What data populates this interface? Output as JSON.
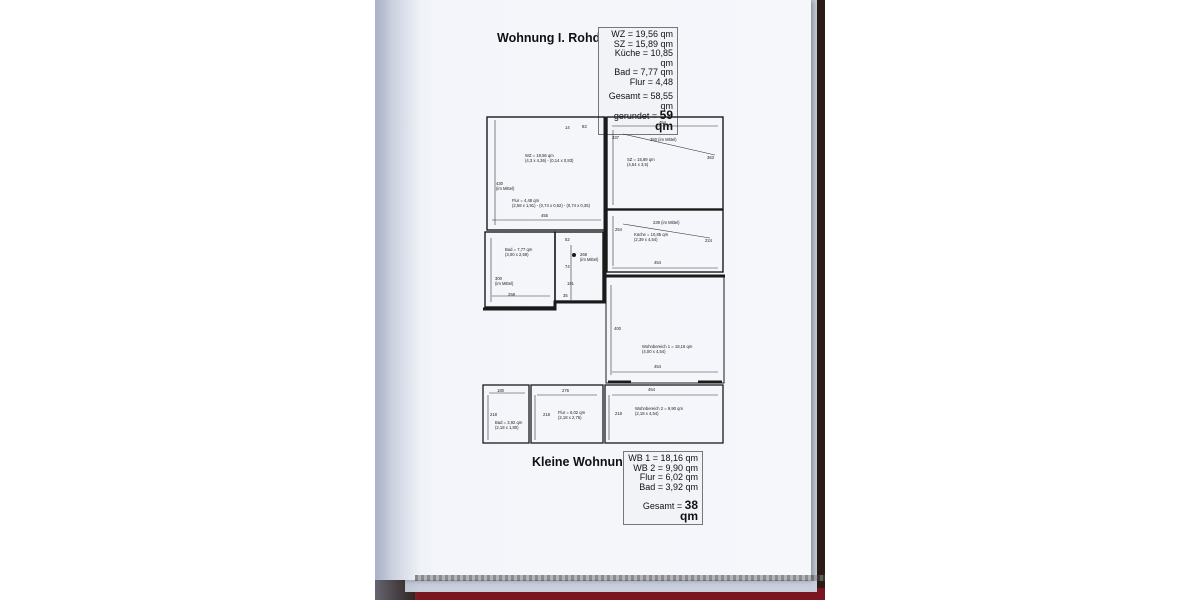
{
  "upper_apartment": {
    "title": "Wohnung I. Rohde:",
    "lines": [
      "WZ = 19,56 qm",
      "SZ = 15,89 qm",
      "Küche = 10,85 qm",
      "Bad = 7,77 qm",
      "Flur = 4,48"
    ],
    "total": "Gesamt = 58,55 qm",
    "rounded_prefix": "gerundet = ",
    "rounded_value": "59 qm"
  },
  "lower_apartment": {
    "title": "Kleine Wohnung:",
    "lines": [
      "WB 1 = 18,16 qm",
      "WB 2 = 9,90 qm",
      "Flur = 6,02 qm",
      "Bad = 3,92 qm"
    ],
    "total_prefix": "Gesamt = ",
    "total_value": "38 qm"
  },
  "plan": {
    "wz": {
      "label": "WZ = 19,56 qm",
      "dims": "(4,3 x 4,36) - (0,14 x 0,83)",
      "d_14": "14",
      "d_83": "83",
      "d_430": "430",
      "d_430_note": "(im Mittel)",
      "d_455": "455"
    },
    "flur": {
      "label": "Flur = 4,48 qm",
      "dims": "(2,58 x 1,91) - (0,74 x 0,52) - (0,74 x 0,35)"
    },
    "sz": {
      "label": "SZ = 15,89 qm",
      "dims": "(4,54 x 3,5)",
      "d_454": "454",
      "d_337": "337",
      "d_350": "350 (im Mittel)",
      "d_363": "363"
    },
    "kueche": {
      "label": "Küche = 10,85 qm",
      "dims": "(2,39 x 4,54)",
      "d_239": "239 (im Mittel)",
      "d_254": "254",
      "d_224": "224",
      "d_454": "454"
    },
    "bad": {
      "label": "Bad = 7,77 qm",
      "dims": "(3,00 x 2,59)",
      "d_300": "300",
      "d_300_note": "(im Mittel)",
      "d_259": "259",
      "d_52": "52",
      "d_268": "268",
      "d_268_note": "(im Mittel)",
      "d_74": "74",
      "d_191": "191",
      "d_35": "35"
    },
    "wb1": {
      "label": "Wohnbereich 1 = 18,16 qm",
      "dims": "(4,00 x 4,54)",
      "d_400": "400",
      "d_454": "454"
    },
    "wb2": {
      "label": "Wohnbereich 2 = 9,90 qm",
      "dims": "(2,18 x 4,54)",
      "d_454": "454",
      "d_218": "218"
    },
    "bad_small": {
      "label": "Bad = 3,92 qm",
      "dims": "(2,18 x 1,80)",
      "d_180": "180",
      "d_218": "218"
    },
    "flur_small": {
      "label": "Flur = 6,02 qm",
      "dims": "(2,18 x 2,76)",
      "d_276": "276",
      "d_218": "218"
    }
  },
  "colors": {
    "ink": "#111111",
    "wall": "#1a1a1a",
    "paper": "#f3f5fa",
    "background": "#2a1d18"
  }
}
